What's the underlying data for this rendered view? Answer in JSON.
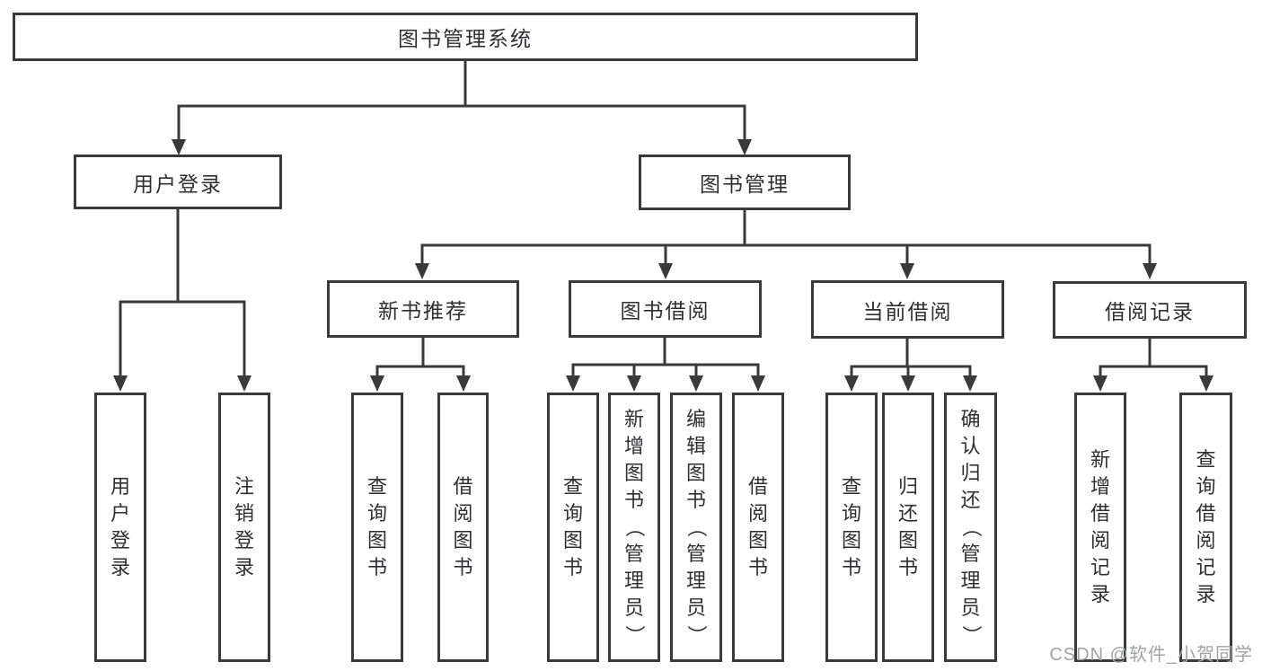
{
  "diagram": {
    "nodes": {
      "root": "图书管理系统",
      "user_login": "用户登录",
      "book_management": "图书管理",
      "new_book_recommend": "新书推荐",
      "book_borrow": "图书借阅",
      "current_borrow": "当前借阅",
      "borrow_records": "借阅记录",
      "login_children": [
        "用户登录",
        "注销登录"
      ],
      "recommend_children": [
        "查询图书",
        "借阅图书"
      ],
      "borrow_children": [
        "查询图书",
        "新增图书（管理员）",
        "编辑图书（管理员）",
        "借阅图书"
      ],
      "current_children": [
        "查询图书",
        "归还图书",
        "确认归还（管理员）"
      ],
      "records_children": [
        "新增借阅记录",
        "查询借阅记录"
      ]
    },
    "watermark": "CSDN @软件_小贺同学",
    "colors": {
      "line": "#3a3a3a",
      "text": "#2f2f33",
      "watermark": "#a0a2a5",
      "background": "#ffffff"
    }
  }
}
